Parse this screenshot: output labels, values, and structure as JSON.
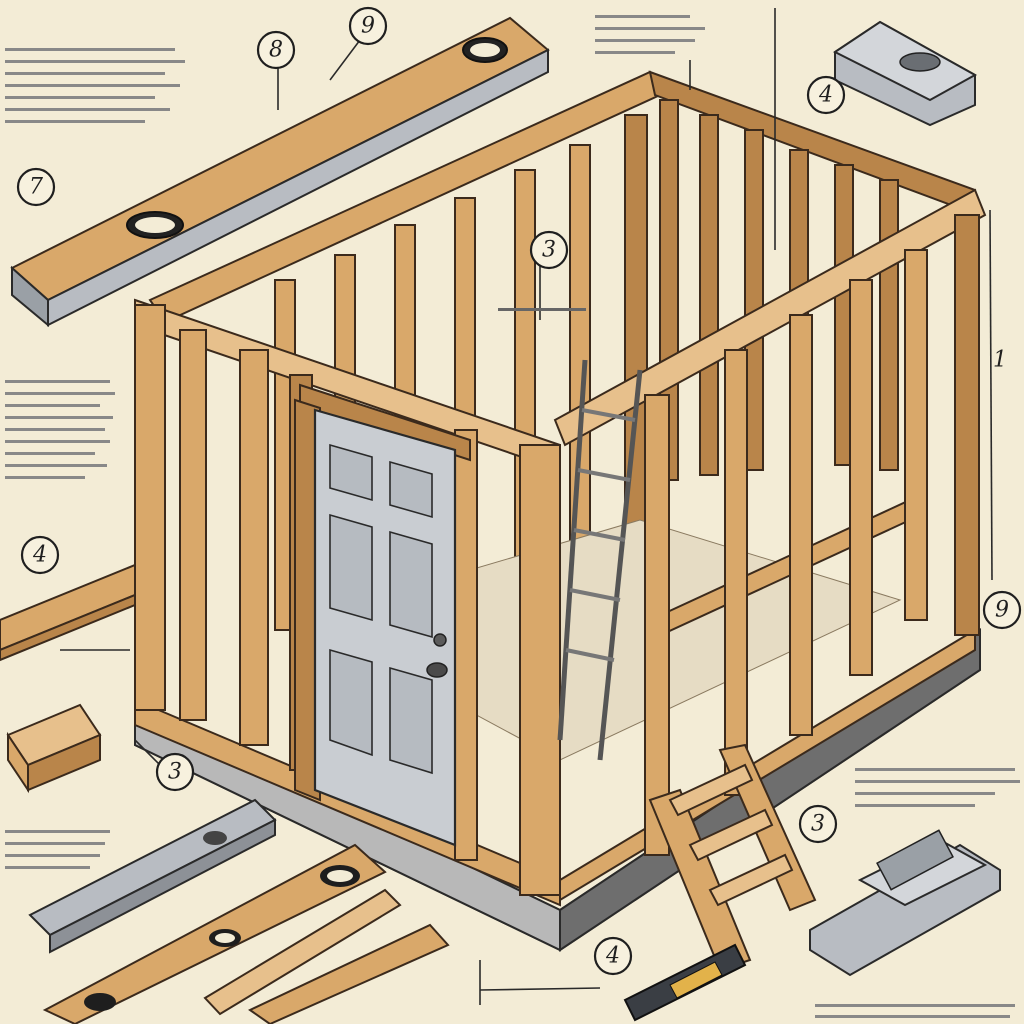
{
  "callouts": [
    {
      "id": "c1",
      "label": "8"
    },
    {
      "id": "c2",
      "label": "9"
    },
    {
      "id": "c3",
      "label": "7"
    },
    {
      "id": "c4",
      "label": "4"
    },
    {
      "id": "c5",
      "label": "3"
    },
    {
      "id": "c6",
      "label": "1"
    },
    {
      "id": "c7",
      "label": "4"
    },
    {
      "id": "c8",
      "label": "9"
    },
    {
      "id": "c9",
      "label": "3"
    },
    {
      "id": "c10",
      "label": "3"
    },
    {
      "id": "c11",
      "label": "4"
    }
  ],
  "colors": {
    "paper": "#f3ecd6",
    "wood": "#d9a86a",
    "door": "#c9cdd2",
    "ink": "#2a2a2a"
  }
}
